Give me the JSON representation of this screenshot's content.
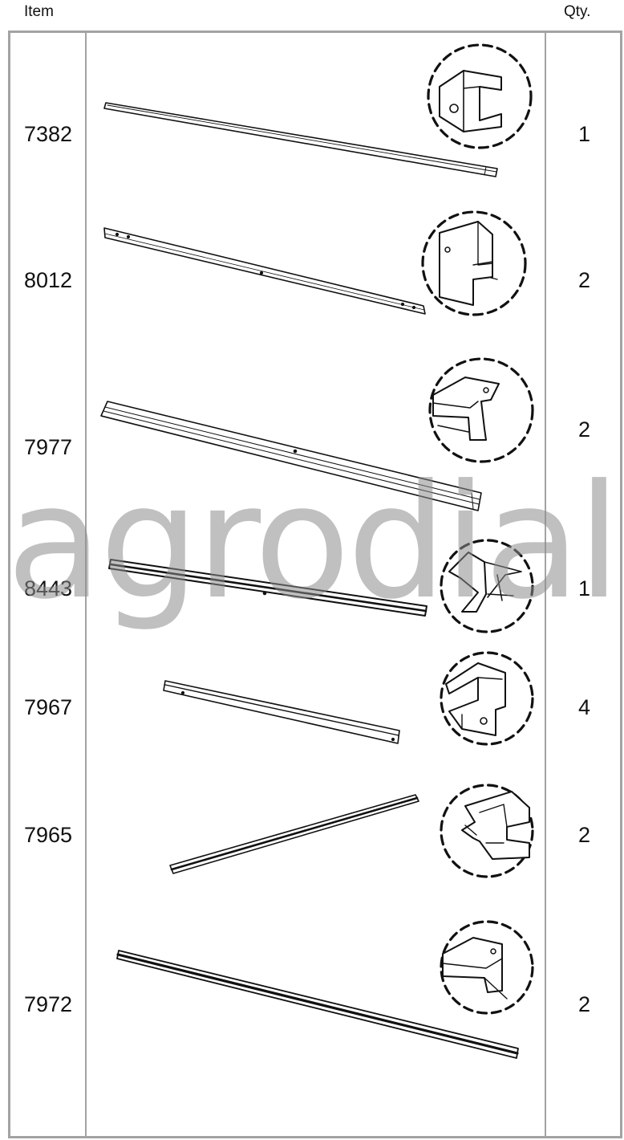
{
  "header": {
    "item_label": "Item",
    "qty_label": "Qty."
  },
  "watermark": "agrodialog.",
  "rows": [
    {
      "item": "7382",
      "qty": "1"
    },
    {
      "item": "8012",
      "qty": "2"
    },
    {
      "item": "7977",
      "qty": "2"
    },
    {
      "item": "8443",
      "qty": "1"
    },
    {
      "item": "7967",
      "qty": "4"
    },
    {
      "item": "7965",
      "qty": "2"
    },
    {
      "item": "7972",
      "qty": "2"
    }
  ]
}
